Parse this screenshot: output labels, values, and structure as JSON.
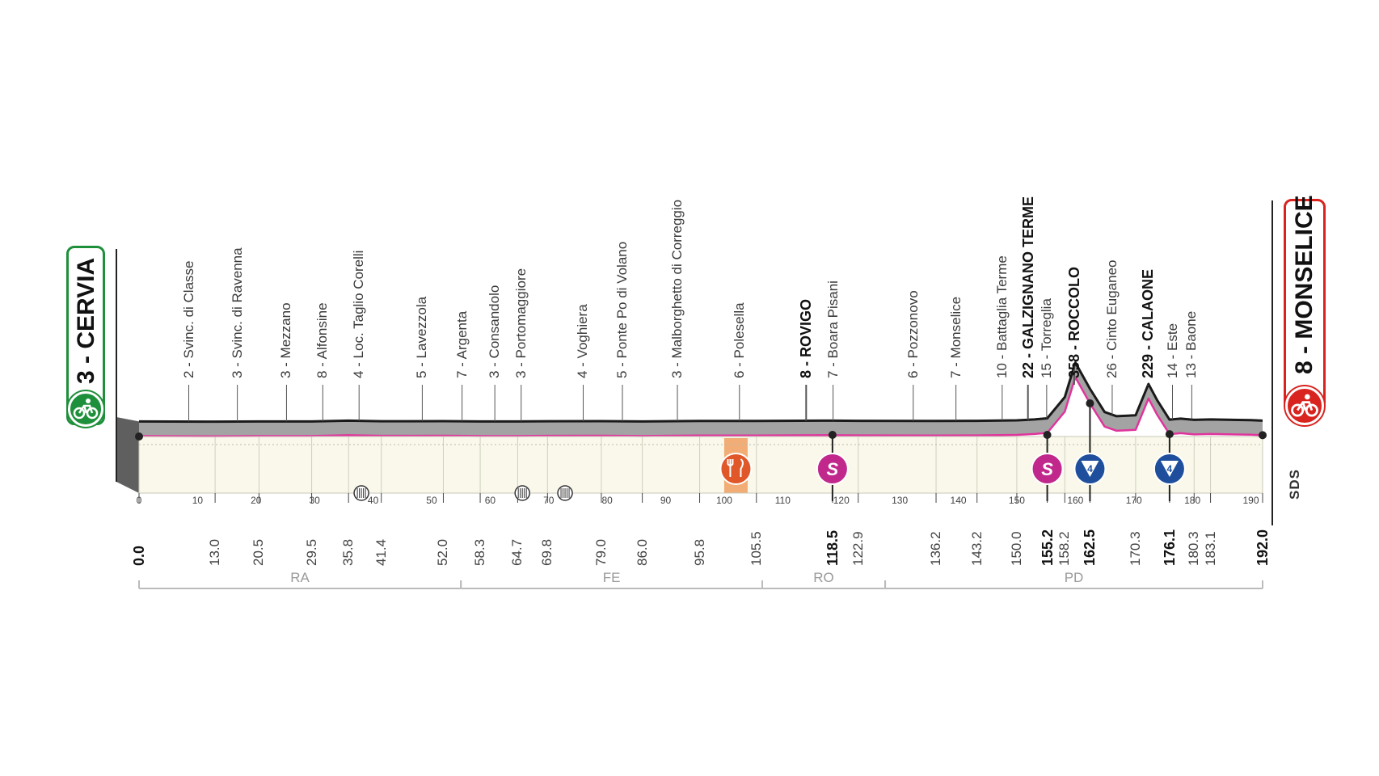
{
  "colors": {
    "start_green": "#1e8f3a",
    "finish_red": "#d8231f",
    "profile_fill": "#a3a3a3",
    "profile_line": "#1a1a1a",
    "road_magenta": "#e0349c",
    "plain_fill": "#f9f8ea",
    "feed_zone": "#f0a060",
    "sprint_magenta": "#c0288c",
    "gpm_blue": "#1f4f9c"
  },
  "start": {
    "label": "3 - CERVIA",
    "icon": "cyclist-icon"
  },
  "finish": {
    "label": "8 - MONSELICE",
    "icon": "cyclist-icon"
  },
  "brand": "SDS",
  "chart_data": {
    "type": "area",
    "title": "",
    "xlabel": "",
    "ylabel": "",
    "xlim": [
      0,
      192
    ],
    "axis_ticks": [
      "0",
      "10",
      "20",
      "30",
      "40",
      "50",
      "60",
      "70",
      "80",
      "90",
      "100",
      "110",
      "120",
      "130",
      "140",
      "150",
      "160",
      "170",
      "180",
      "190"
    ],
    "profile": {
      "km": [
        0,
        13,
        20.5,
        29.5,
        35.8,
        41.4,
        52,
        58.3,
        64.7,
        69.8,
        79,
        86,
        95.8,
        105.5,
        118.5,
        122.9,
        136.2,
        143.2,
        150,
        153,
        155.2,
        158.2,
        160,
        162.5,
        165,
        167,
        170.3,
        172.5,
        174,
        176.1,
        178,
        180.3,
        183.1,
        190,
        192
      ],
      "altitude": [
        3,
        2,
        3,
        3,
        8,
        4,
        5,
        3,
        3,
        4,
        5,
        3,
        6,
        6,
        8,
        7,
        6,
        7,
        10,
        15,
        22,
        150,
        358,
        200,
        60,
        35,
        40,
        229,
        130,
        14,
        20,
        13,
        15,
        11,
        8
      ]
    },
    "waypoints": [
      {
        "label": "2 - Svinc. di Classe",
        "km": 8.5,
        "major": false
      },
      {
        "label": "3 - Svinc. di Ravenna",
        "km": 16.8,
        "major": false
      },
      {
        "label": "3 - Mezzano",
        "km": 25.2,
        "major": false
      },
      {
        "label": "8 - Alfonsine",
        "km": 31.4,
        "major": false
      },
      {
        "label": "4 - Loc. Taglio Corelli",
        "km": 37.6,
        "major": false
      },
      {
        "label": "5 - Lavezzola",
        "km": 48.4,
        "major": false
      },
      {
        "label": "7 - Argenta",
        "km": 55.2,
        "major": false
      },
      {
        "label": "3 - Consandolo",
        "km": 60.8,
        "major": false
      },
      {
        "label": "3 - Portomaggiore",
        "km": 65.3,
        "major": false
      },
      {
        "label": "4 - Voghiera",
        "km": 75.9,
        "major": false
      },
      {
        "label": "5 - Ponte Po di Volano",
        "km": 82.6,
        "major": false
      },
      {
        "label": "3 - Malborghetto di Correggio",
        "km": 92,
        "major": false
      },
      {
        "label": "6 - Polesella",
        "km": 102.6,
        "major": false
      },
      {
        "label": "8 - ROVIGO",
        "km": 114,
        "major": true
      },
      {
        "label": "7 - Boara Pisani",
        "km": 118.6,
        "major": false
      },
      {
        "label": "6 - Pozzonovo",
        "km": 132.3,
        "major": false
      },
      {
        "label": "7 - Monselice",
        "km": 139.6,
        "major": false
      },
      {
        "label": "10 - Battaglia Terme",
        "km": 147.5,
        "major": false
      },
      {
        "label": "22 - GALZIGNANO TERME",
        "km": 151.9,
        "major": true
      },
      {
        "label": "15 - Torreglia",
        "km": 155.1,
        "major": false
      },
      {
        "label": "358 - ROCCOLO",
        "km": 159.8,
        "major": true
      },
      {
        "label": "26 - Cinto Euganeo",
        "km": 166.3,
        "major": false
      },
      {
        "label": "229 - CALAONE",
        "km": 172.4,
        "major": true
      },
      {
        "label": "14 - Este",
        "km": 176.6,
        "major": false
      },
      {
        "label": "13 - Baone",
        "km": 179.9,
        "major": false
      }
    ],
    "km_markers": [
      {
        "label": "0.0",
        "km": 0,
        "major": true
      },
      {
        "label": "13.0",
        "km": 13,
        "major": false
      },
      {
        "label": "20.5",
        "km": 20.5,
        "major": false
      },
      {
        "label": "29.5",
        "km": 29.5,
        "major": false
      },
      {
        "label": "35.8",
        "km": 35.8,
        "major": false
      },
      {
        "label": "41.4",
        "km": 41.4,
        "major": false
      },
      {
        "label": "52.0",
        "km": 52,
        "major": false
      },
      {
        "label": "58.3",
        "km": 58.3,
        "major": false
      },
      {
        "label": "64.7",
        "km": 64.7,
        "major": false
      },
      {
        "label": "69.8",
        "km": 69.8,
        "major": false
      },
      {
        "label": "79.0",
        "km": 79,
        "major": false
      },
      {
        "label": "86.0",
        "km": 86,
        "major": false
      },
      {
        "label": "95.8",
        "km": 95.8,
        "major": false
      },
      {
        "label": "105.5",
        "km": 105.5,
        "major": false
      },
      {
        "label": "118.5",
        "km": 118.5,
        "major": true
      },
      {
        "label": "122.9",
        "km": 122.9,
        "major": false
      },
      {
        "label": "136.2",
        "km": 136.2,
        "major": false
      },
      {
        "label": "143.2",
        "km": 143.2,
        "major": false
      },
      {
        "label": "150.0",
        "km": 150,
        "major": false
      },
      {
        "label": "155.2",
        "km": 155.2,
        "major": true
      },
      {
        "label": "158.2",
        "km": 158.2,
        "major": false
      },
      {
        "label": "162.5",
        "km": 162.5,
        "major": true
      },
      {
        "label": "170.3",
        "km": 170.3,
        "major": false
      },
      {
        "label": "176.1",
        "km": 176.1,
        "major": true
      },
      {
        "label": "180.3",
        "km": 180.3,
        "major": false
      },
      {
        "label": "183.1",
        "km": 183.1,
        "major": false
      },
      {
        "label": "192.0",
        "km": 192,
        "major": true
      }
    ],
    "sprints": [
      {
        "label": "S",
        "km": 118.5
      },
      {
        "label": "S",
        "km": 155.2
      }
    ],
    "kom": [
      {
        "label": "4",
        "km": 162.5
      },
      {
        "label": "4",
        "km": 176.1
      }
    ],
    "feed_zone": {
      "km_from": 100,
      "km_to": 104
    },
    "level_crossings_km": [
      38,
      65.5,
      72.8
    ],
    "provinces": [
      {
        "label": "RA",
        "from_km": 0,
        "to_km": 55
      },
      {
        "label": "FE",
        "from_km": 55,
        "to_km": 106.5
      },
      {
        "label": "RO",
        "from_km": 106.5,
        "to_km": 127.5
      },
      {
        "label": "PD",
        "from_km": 127.5,
        "to_km": 192
      }
    ]
  }
}
